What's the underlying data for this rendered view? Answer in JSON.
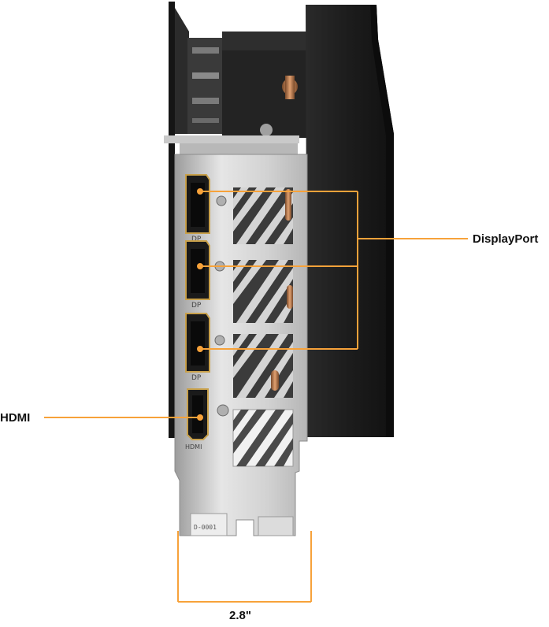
{
  "labels": {
    "displayport": "DisplayPort",
    "hdmi": "HDMI",
    "dimension": "2.8\""
  },
  "port_markings": {
    "dp": "DP",
    "hdmi": "HDMI"
  },
  "bracket_code": "D-0001",
  "colors": {
    "accent": "#F7A23A",
    "card_body": "#1f1f1f",
    "bracket": "#cfcfcf",
    "port_gold": "#c8a04a"
  }
}
